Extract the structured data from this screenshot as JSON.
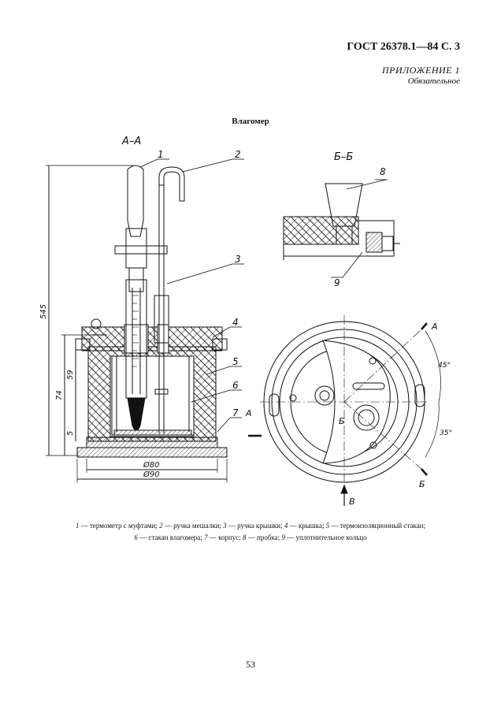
{
  "header": {
    "standard": "ГОСТ 26378.1—84 С. 3",
    "appendix": "ПРИЛОЖЕНИЕ 1",
    "mandatory": "Обязательное"
  },
  "figure": {
    "title": "Влагомер",
    "section_aa": "А–А",
    "section_bb": "Б–Б",
    "part_labels": [
      "1",
      "2",
      "3",
      "4",
      "5",
      "6",
      "7",
      "8",
      "9"
    ],
    "dimensions": {
      "height_total": "545",
      "height_74": "74",
      "height_59": "59",
      "height_5": "5",
      "diam_80": "Ø80",
      "diam_90": "Ø90"
    },
    "angles": {
      "a45": "45°",
      "a35": "35°"
    },
    "view_marks": {
      "a": "А",
      "b": "Б",
      "v": "В"
    }
  },
  "caption": {
    "items": [
      {
        "num": "1",
        "text": " — термометр с муфтами; "
      },
      {
        "num": "2",
        "text": " — ручка мешалки; "
      },
      {
        "num": "3",
        "text": " — ручка крышки; "
      },
      {
        "num": "4",
        "text": " — крышка; "
      },
      {
        "num": "5",
        "text": " — термоизоляционный стакан;"
      },
      {
        "num": "6",
        "text": " — стакан влагомера; "
      },
      {
        "num": "7",
        "text": " — корпус; "
      },
      {
        "num": "8",
        "text": " — пробка; "
      },
      {
        "num": "9",
        "text": " — уплотнительное кольцо"
      }
    ]
  },
  "page_number": "53"
}
